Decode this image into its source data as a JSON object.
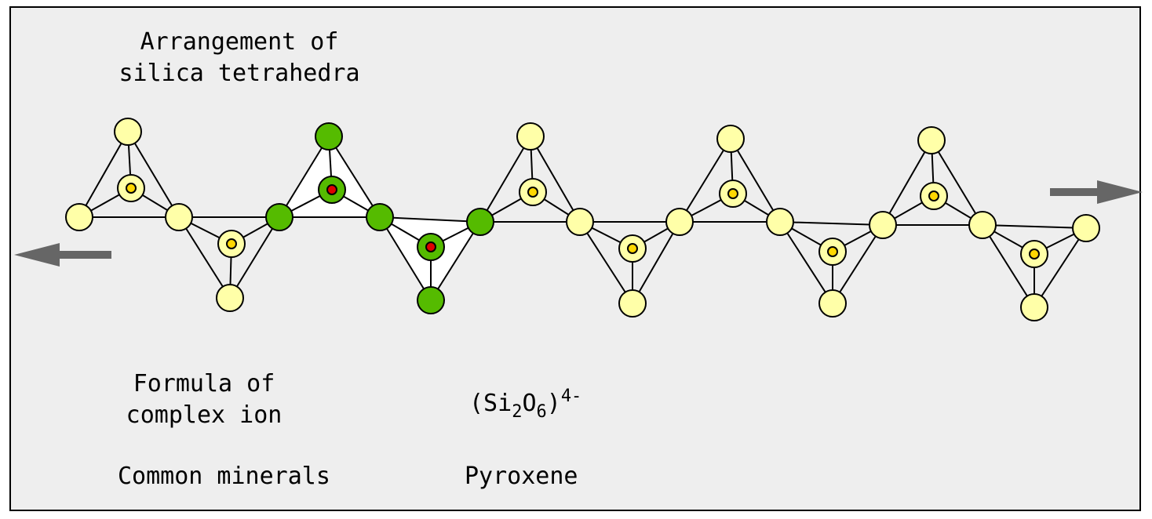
{
  "labels": {
    "arrangement_line1": "Arrangement of",
    "arrangement_line2": "silica tetrahedra",
    "formula_line1": "Formula of",
    "formula_line2": "complex ion",
    "minerals_label": "Common minerals"
  },
  "formula": {
    "open": "(Si",
    "si_count": "2",
    "oxygen": "O",
    "o_count": "6",
    "close": ")",
    "charge": "4-"
  },
  "mineral": "Pyroxene",
  "colors": {
    "background": "#eeeeee",
    "oxygen_fill": "#ffffa8",
    "silicon_fill": "#ffd700",
    "highlight_oxygen": "#55bb00",
    "highlight_silicon": "#e00000",
    "arrow": "#666666",
    "outline": "#000000"
  },
  "structure": {
    "tetrahedra_count": 10,
    "highlighted_tetrahedra": [
      2,
      3
    ],
    "arrow_left": "arrow-left-icon",
    "arrow_right": "arrow-right-icon"
  }
}
